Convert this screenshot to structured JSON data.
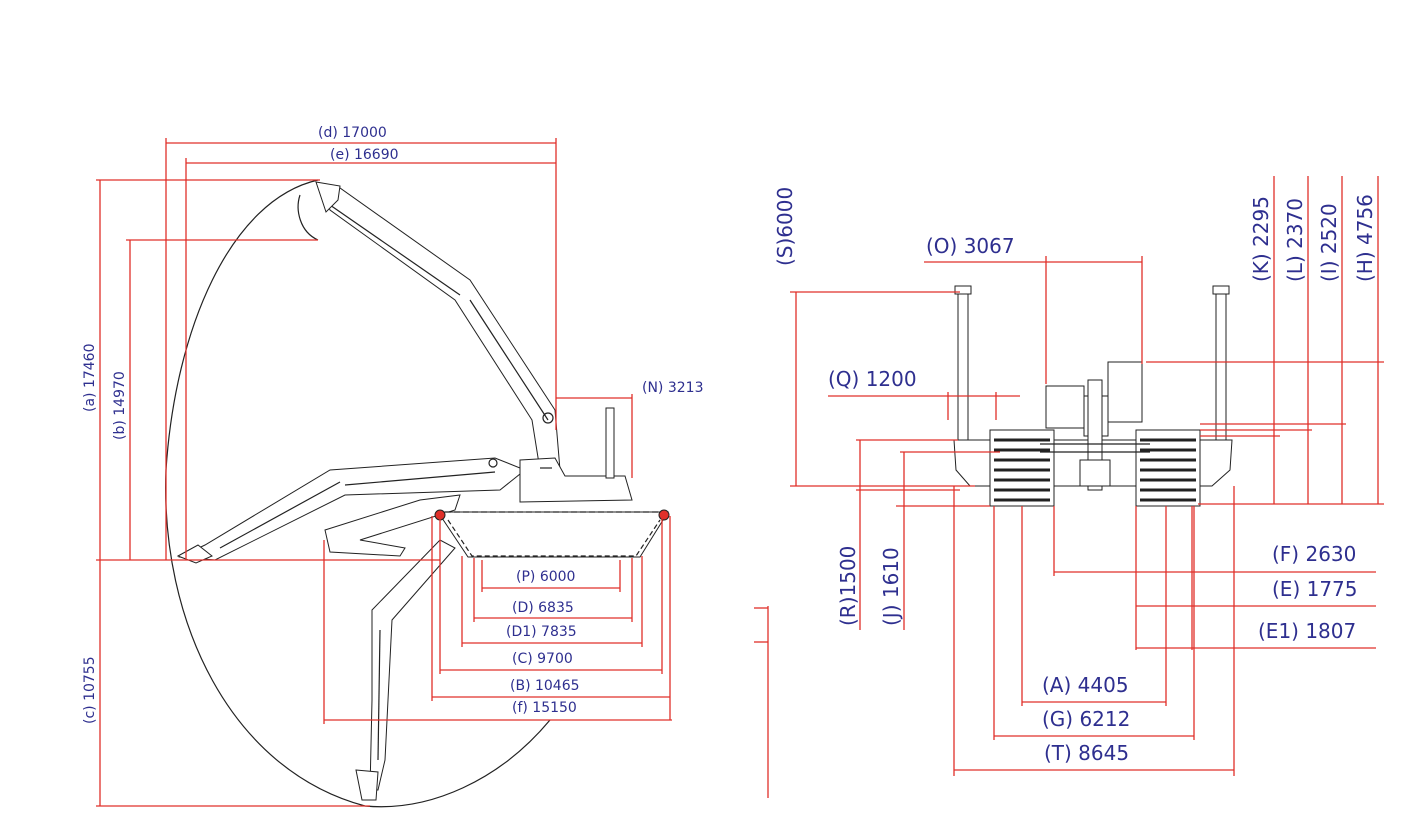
{
  "colors": {
    "dimension_line": "#e0302a",
    "label_text": "#2e2f8f",
    "drawing": "#222222"
  },
  "side_view": {
    "d": "(d)  17000",
    "e": "(e)  16690",
    "a": "(a)  17460",
    "b": "(b)  14970",
    "c": "(c)  10755",
    "N": "(N)  3213",
    "P": "(P)  6000",
    "D": "(D)  6835",
    "D1": "(D1)  7835",
    "C": "(C)  9700",
    "B": "(B)  10465",
    "f": "(f)  15150"
  },
  "front_view": {
    "S": "(S)6000",
    "O": "(O)  3067",
    "Q": "(Q)  1200",
    "K": "(K)  2295",
    "L": "(L)  2370",
    "I": "(I)  2520",
    "H": "(H)  4756",
    "R": "(R)1500",
    "J": "(J)  1610",
    "F": "(F)  2630",
    "E": "(E)  1775",
    "E1": "(E1)  1807",
    "A": "(A)  4405",
    "G": "(G)  6212",
    "T": "(T)  8645"
  }
}
